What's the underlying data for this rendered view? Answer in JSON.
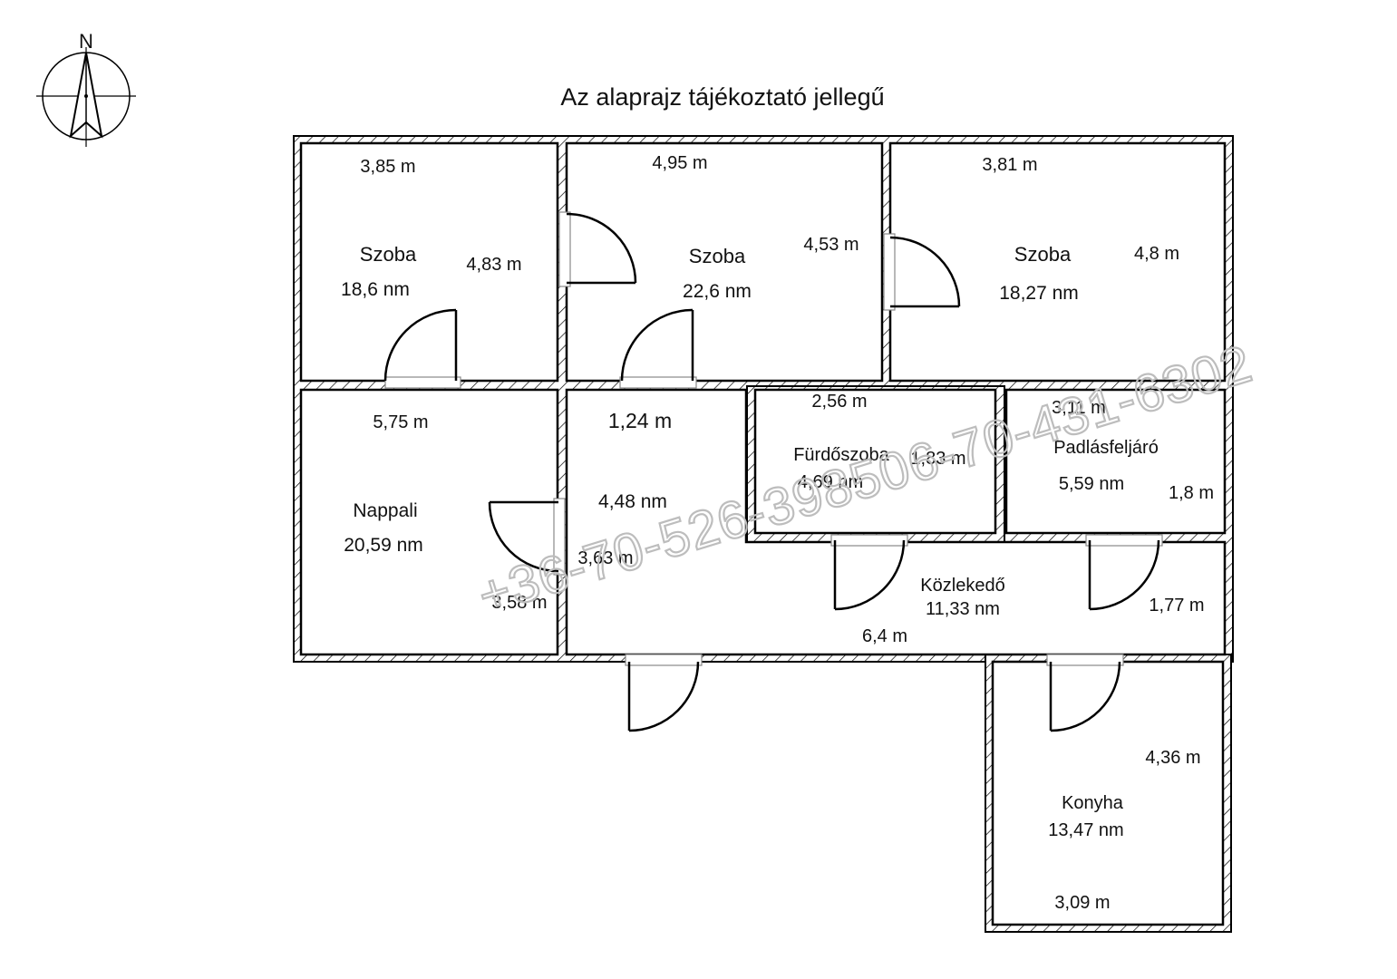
{
  "title": "Az alaprajz tájékoztató jellegű",
  "compass": {
    "label": "N"
  },
  "watermark": "+36-70-526-398506-70-431-6302",
  "rooms": {
    "szoba1": {
      "name": "Szoba",
      "area": "18,6 nm",
      "dim_top": "3,85 m",
      "dim_side": "4,83 m"
    },
    "szoba2": {
      "name": "Szoba",
      "area": "22,6 nm",
      "dim_top": "4,95 m",
      "dim_side": "4,53 m"
    },
    "szoba3": {
      "name": "Szoba",
      "area": "18,27 nm",
      "dim_top": "3,81 m",
      "dim_side": "4,8 m"
    },
    "nappali": {
      "name": "Nappali",
      "area": "20,59 nm",
      "dim_top": "5,75 m",
      "dim_side": "3,58 m"
    },
    "hall": {
      "dim_top": "1,24 m",
      "area": "4,48 nm",
      "dim_side": "3,63 m"
    },
    "furdoszoba": {
      "name": "Fürdőszoba",
      "area": "4,69 nm",
      "dim_top": "2,56 m",
      "dim_side": "1,83 m"
    },
    "padlas": {
      "name": "Padlásfeljáró",
      "area": "5,59 nm",
      "dim_top": "3,11 m",
      "dim_side": "1,8 m"
    },
    "kozlekedo": {
      "name": "Közlekedő",
      "area": "11,33 nm",
      "dim_bottom": "6,4 m",
      "dim_side": "1,77 m"
    },
    "konyha": {
      "name": "Konyha",
      "area": "13,47 nm",
      "dim_side": "4,36 m",
      "dim_bottom": "3,09 m"
    }
  }
}
